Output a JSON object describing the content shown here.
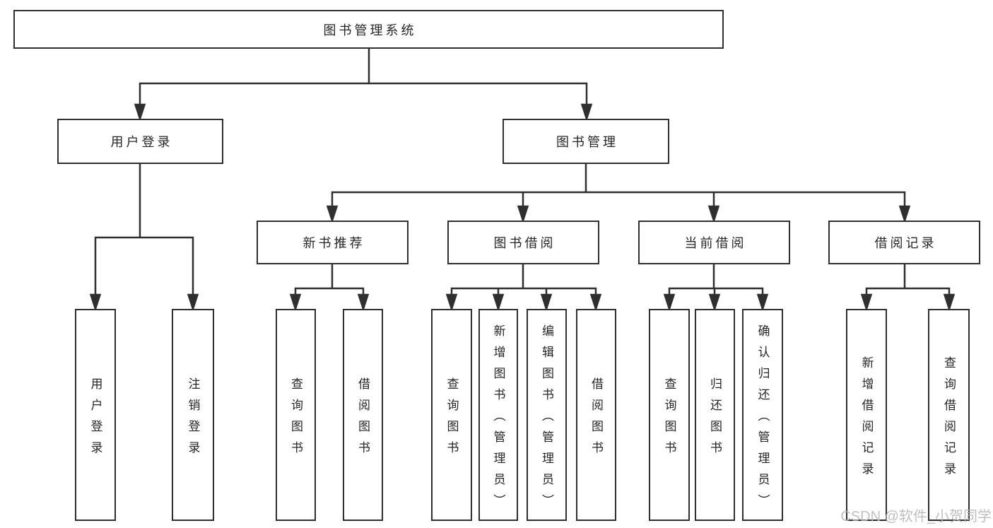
{
  "tree": {
    "label": "图书管理系统",
    "children": [
      {
        "label": "用户登录",
        "children": [
          {
            "label": "用户登录"
          },
          {
            "label": "注销登录"
          }
        ]
      },
      {
        "label": "图书管理",
        "children": [
          {
            "label": "新书推荐",
            "children": [
              {
                "label": "查询图书"
              },
              {
                "label": "借阅图书"
              }
            ]
          },
          {
            "label": "图书借阅",
            "children": [
              {
                "label": "查询图书"
              },
              {
                "label": "新增图书（管理员）"
              },
              {
                "label": "编辑图书（管理员）"
              },
              {
                "label": "借阅图书"
              }
            ]
          },
          {
            "label": "当前借阅",
            "children": [
              {
                "label": "查询图书"
              },
              {
                "label": "归还图书"
              },
              {
                "label": "确认归还（管理员）"
              }
            ]
          },
          {
            "label": "借阅记录",
            "children": [
              {
                "label": "新增借阅记录"
              },
              {
                "label": "查询借阅记录"
              }
            ]
          }
        ]
      }
    ]
  },
  "watermark": {
    "text": "CSDN @软件_小贺同学"
  },
  "colors": {
    "line": "#2f2f2f",
    "box_border": "#2f2f2f",
    "box_background": "#ffffff",
    "label_text": "#262626",
    "watermark_text": "#b9b9b9",
    "page_background": "#ffffff"
  }
}
